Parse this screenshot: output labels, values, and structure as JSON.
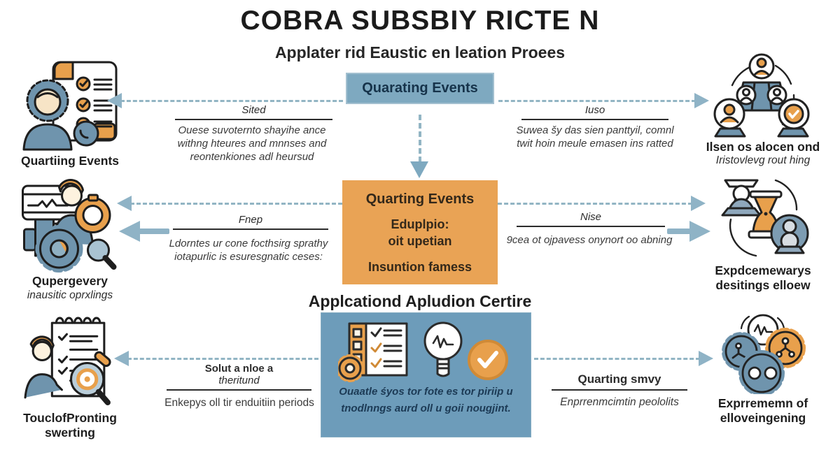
{
  "header": {
    "title": "COBRA SUBSBIY RICTE N",
    "subtitle": "Applater rid Eaustic en leation Proees"
  },
  "center": {
    "top_box_label": "Quarating Events",
    "middle_box": {
      "title": "Quarting Events",
      "line1": "Eduplpio:",
      "line2": "oit upetian",
      "line3": "Insuntion famess"
    },
    "bottom_heading": "Applcationd Apludion Certire",
    "bottom_caption_line1": "Ouaatle śyos tor fote es tor piriip u",
    "bottom_caption_line2": "tnodlnngs aurd oll u goii nougjint."
  },
  "left_nodes": [
    {
      "icon": "checklist-person-icon",
      "label1": "Quartiing Events",
      "label2": ""
    },
    {
      "icon": "machine-person-icon",
      "label1": "Qupergevery",
      "label2": "inausitic oprxlings"
    },
    {
      "icon": "notepad-person-icon",
      "label1": "TouclofPronting",
      "label2": "swerting"
    }
  ],
  "right_nodes": [
    {
      "icon": "network-people-icon",
      "label1": "Ilsen os alocen ond",
      "label2": "Iristovlevg rout hing"
    },
    {
      "icon": "hourglass-cycle-icon",
      "label1": "Expdcemewarys",
      "label2": "desitings elloew"
    },
    {
      "icon": "gears-icon",
      "label1": "Exprrememn of",
      "label2": "elloveingening"
    }
  ],
  "connectors": {
    "top_left": {
      "header": "Sited",
      "body1": "Ouese suvoternto shayihe ance",
      "body2": "withng hteures and mnnses and",
      "body3": "reontenkiones adl heursud"
    },
    "top_right": {
      "header": "Iuso",
      "body1": "Suwea šy das sien panttyil, comnl",
      "body2": "twit hoin meule emasen ins ratted"
    },
    "mid_left": {
      "header": "Fnep",
      "body1": "Ldorntes ur cone focthsirg sprathy",
      "body2": "iotapurlic is esuresgnatic ceses:"
    },
    "mid_right": {
      "header": "Nise",
      "body1": "9cea ot ojpavess onynort oo abning"
    },
    "bottom_left": {
      "header_line1": "Solut a nloe a",
      "header_line2": "theritund",
      "body": "Enkepys oll tir enduitiin periods"
    },
    "bottom_right": {
      "header": "Quarting smvy",
      "body": "Enprrenmcimtin peololits"
    }
  },
  "colors": {
    "top_box_blue": "#7ea9c0",
    "middle_box_orange": "#e9a355",
    "bottom_panel_blue": "#6d9cba",
    "arrow_blue": "#8fb3c6",
    "icon_blue": "#6f94ad",
    "icon_orange": "#e8a04c",
    "text_dark": "#1e1e1e"
  }
}
